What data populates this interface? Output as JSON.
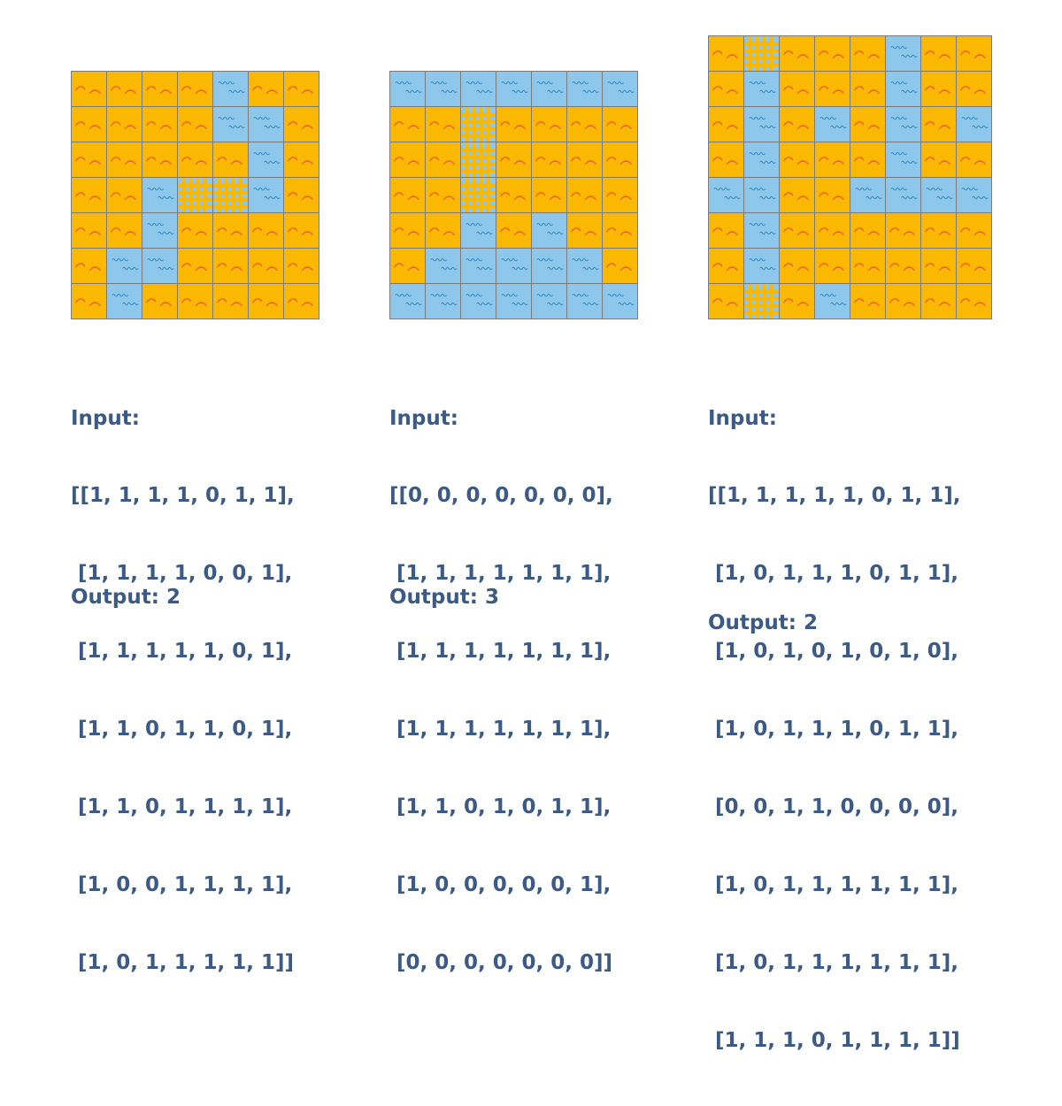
{
  "colors": {
    "land": "#fbb800",
    "land_mark": "#f26b2a",
    "water": "#8dc8ec",
    "water_mark": "#3a8fc7",
    "highlight": "#fbb800",
    "grid_line": "#7a7a7a",
    "text": "#3b5a85"
  },
  "examples": [
    {
      "input_label": "Input:",
      "grid": [
        [
          1,
          1,
          1,
          1,
          0,
          1,
          1
        ],
        [
          1,
          1,
          1,
          1,
          0,
          0,
          1
        ],
        [
          1,
          1,
          1,
          1,
          1,
          0,
          1
        ],
        [
          1,
          1,
          0,
          1,
          1,
          0,
          1
        ],
        [
          1,
          1,
          0,
          1,
          1,
          1,
          1
        ],
        [
          1,
          0,
          0,
          1,
          1,
          1,
          1
        ],
        [
          1,
          0,
          1,
          1,
          1,
          1,
          1
        ]
      ],
      "highlight": [
        [
          3,
          3
        ],
        [
          3,
          4
        ]
      ],
      "input_lines": [
        "[[1, 1, 1, 1, 0, 1, 1],",
        " [1, 1, 1, 1, 0, 0, 1],",
        " [1, 1, 1, 1, 1, 0, 1],",
        " [1, 1, 0, 1, 1, 0, 1],",
        " [1, 1, 0, 1, 1, 1, 1],",
        " [1, 0, 0, 1, 1, 1, 1],",
        " [1, 0, 1, 1, 1, 1, 1]]"
      ],
      "output_text": "Output: 2"
    },
    {
      "input_label": "Input:",
      "grid": [
        [
          0,
          0,
          0,
          0,
          0,
          0,
          0
        ],
        [
          1,
          1,
          1,
          1,
          1,
          1,
          1
        ],
        [
          1,
          1,
          1,
          1,
          1,
          1,
          1
        ],
        [
          1,
          1,
          1,
          1,
          1,
          1,
          1
        ],
        [
          1,
          1,
          0,
          1,
          0,
          1,
          1
        ],
        [
          1,
          0,
          0,
          0,
          0,
          0,
          1
        ],
        [
          0,
          0,
          0,
          0,
          0,
          0,
          0
        ]
      ],
      "highlight": [
        [
          1,
          2
        ],
        [
          2,
          2
        ],
        [
          3,
          2
        ]
      ],
      "input_lines": [
        "[[0, 0, 0, 0, 0, 0, 0],",
        " [1, 1, 1, 1, 1, 1, 1],",
        " [1, 1, 1, 1, 1, 1, 1],",
        " [1, 1, 1, 1, 1, 1, 1],",
        " [1, 1, 0, 1, 0, 1, 1],",
        " [1, 0, 0, 0, 0, 0, 1],",
        " [0, 0, 0, 0, 0, 0, 0]]"
      ],
      "output_text": "Output: 3"
    },
    {
      "input_label": "Input:",
      "grid": [
        [
          1,
          1,
          1,
          1,
          1,
          0,
          1,
          1
        ],
        [
          1,
          0,
          1,
          1,
          1,
          0,
          1,
          1
        ],
        [
          1,
          0,
          1,
          0,
          1,
          0,
          1,
          0
        ],
        [
          1,
          0,
          1,
          1,
          1,
          0,
          1,
          1
        ],
        [
          0,
          0,
          1,
          1,
          0,
          0,
          0,
          0
        ],
        [
          1,
          0,
          1,
          1,
          1,
          1,
          1,
          1
        ],
        [
          1,
          0,
          1,
          1,
          1,
          1,
          1,
          1
        ],
        [
          1,
          1,
          1,
          0,
          1,
          1,
          1,
          1
        ]
      ],
      "highlight": [
        [
          0,
          1
        ],
        [
          7,
          1
        ]
      ],
      "input_lines": [
        "[[1, 1, 1, 1, 1, 0, 1, 1],",
        " [1, 0, 1, 1, 1, 0, 1, 1],",
        " [1, 0, 1, 0, 1, 0, 1, 0],",
        " [1, 0, 1, 1, 1, 0, 1, 1],",
        " [0, 0, 1, 1, 0, 0, 0, 0],",
        " [1, 0, 1, 1, 1, 1, 1, 1],",
        " [1, 0, 1, 1, 1, 1, 1, 1],",
        " [1, 1, 1, 0, 1, 1, 1, 1]]"
      ],
      "output_text": "Output: 2"
    }
  ]
}
